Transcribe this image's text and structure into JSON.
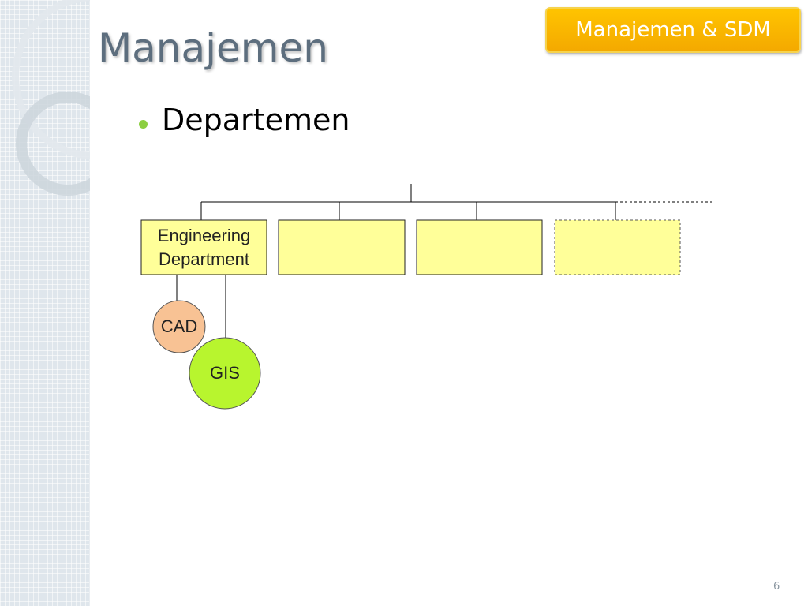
{
  "slide": {
    "title": "Manajemen",
    "badge": "Manajemen & SDM",
    "bullet": "Departemen",
    "page_number": "6"
  },
  "org_chart": {
    "departments": [
      {
        "label_line1": "Engineering",
        "label_line2": "Department",
        "style": "solid"
      },
      {
        "label_line1": "",
        "label_line2": "",
        "style": "solid"
      },
      {
        "label_line1": "",
        "label_line2": "",
        "style": "solid"
      },
      {
        "label_line1": "",
        "label_line2": "",
        "style": "dashed"
      }
    ],
    "sub_units": [
      {
        "label": "CAD",
        "color": "#f8c294"
      },
      {
        "label": "GIS",
        "color": "#b8f52e"
      }
    ],
    "colors": {
      "box_fill": "#ffff99",
      "line": "#000000"
    }
  }
}
